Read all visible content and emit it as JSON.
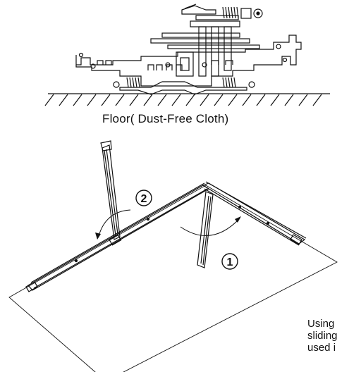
{
  "floor_caption": "Floor( Dust-Free Cloth)",
  "step_labels": {
    "step1": "1",
    "step2": "2"
  },
  "side_note": {
    "line1": "Using",
    "line2": "sliding",
    "line3": "used i"
  }
}
